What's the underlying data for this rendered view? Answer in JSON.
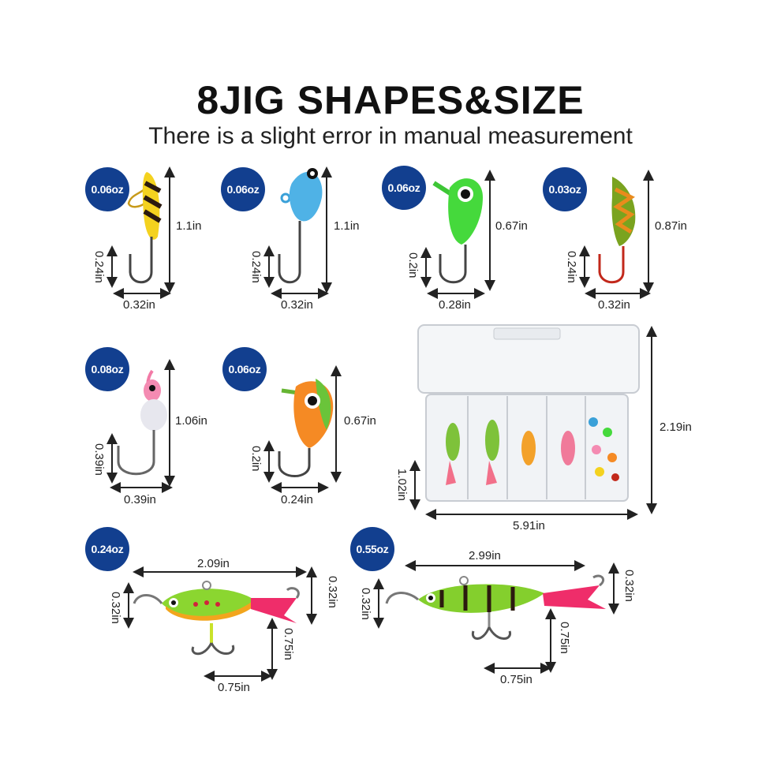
{
  "header": {
    "title": "8JIG SHAPES&SIZE",
    "subtitle": "There is a slight error in manual measurement"
  },
  "colors": {
    "badge": "#123f8f",
    "dimension_line": "#222222"
  },
  "jigs": [
    {
      "weight": "0.06oz",
      "height": "1.1in",
      "hook_gap": "0.24in",
      "width": "0.32in",
      "icon": "yellow-striped-jig-icon"
    },
    {
      "weight": "0.06oz",
      "height": "1.1in",
      "hook_gap": "0.24in",
      "width": "0.32in",
      "icon": "blue-jig-icon"
    },
    {
      "weight": "0.06oz",
      "height": "0.67in",
      "hook_gap": "0.2in",
      "width": "0.28in",
      "icon": "green-eye-jig-icon"
    },
    {
      "weight": "0.03oz",
      "height": "0.87in",
      "hook_gap": "0.24in",
      "width": "0.32in",
      "icon": "orange-red-jig-icon"
    },
    {
      "weight": "0.08oz",
      "height": "1.06in",
      "hook_gap": "0.39in",
      "width": "0.39in",
      "icon": "pink-white-jig-icon"
    },
    {
      "weight": "0.06oz",
      "height": "0.67in",
      "hook_gap": "0.2in",
      "width": "0.24in",
      "icon": "orange-green-eye-jig-icon"
    }
  ],
  "box": {
    "height": "2.19in",
    "depth": "1.02in",
    "width": "5.91in",
    "icon": "tackle-box-icon"
  },
  "baits": [
    {
      "weight": "0.24oz",
      "length": "2.09in",
      "height_right": "0.32in",
      "height_left": "0.32in",
      "treble_height": "0.75in",
      "treble_width": "0.75in",
      "icon": "green-red-ice-bait-icon"
    },
    {
      "weight": "0.55oz",
      "length": "2.99in",
      "height_right": "0.32in",
      "height_left": "0.32in",
      "treble_height": "0.75in",
      "treble_width": "0.75in",
      "icon": "perch-ice-bait-icon"
    }
  ]
}
